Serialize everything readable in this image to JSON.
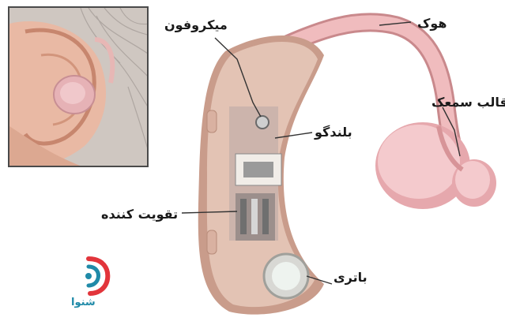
{
  "labels": {
    "hook": "هوک",
    "microphone": "میکروفون",
    "ear_mold": "قالب سمعک",
    "speaker": "بلندگو",
    "amplifier": "تقویت کننده",
    "battery": "باتری"
  },
  "logo": {
    "brand": "شنوا"
  },
  "colors": {
    "device_body": "#dcb9a9",
    "device_shade": "#b98c7b",
    "hook_tube": "#e8aeb0",
    "ear_mold": "#efc3c6",
    "leader_line": "#333333",
    "logo_red": "#e2353b",
    "logo_teal": "#1f8aa8"
  }
}
